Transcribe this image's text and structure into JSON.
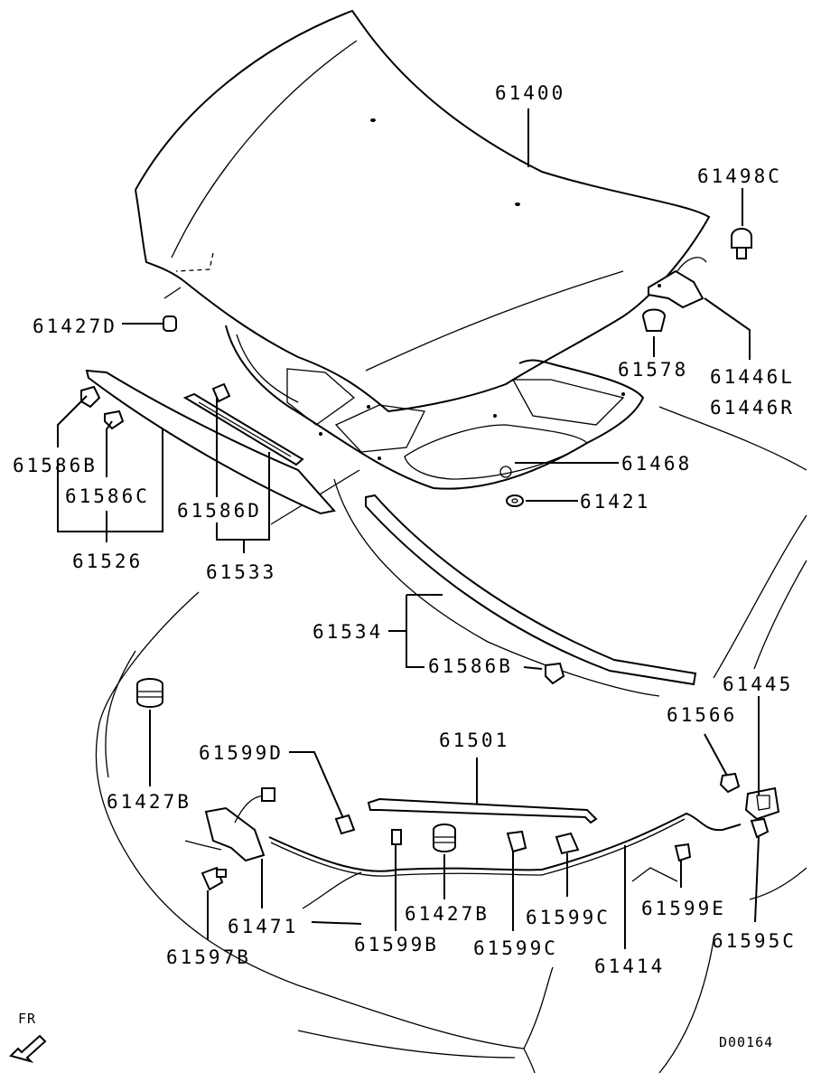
{
  "diagram": {
    "labels": {
      "p61400": "61400",
      "p61498c": "61498C",
      "p61427d": "61427D",
      "p61578": "61578",
      "p61446l": "61446L",
      "p61446r": "61446R",
      "p61586b_top": "61586B",
      "p61586c": "61586C",
      "p61586d": "61586D",
      "p61468": "61468",
      "p61421": "61421",
      "p61526": "61526",
      "p61533": "61533",
      "p61534": "61534",
      "p61586b_mid": "61586B",
      "p61445": "61445",
      "p61566": "61566",
      "p61501": "61501",
      "p61599d": "61599D",
      "p61427b_left": "61427B",
      "p61427b_mid": "61427B",
      "p61599c_a": "61599C",
      "p61599e": "61599E",
      "p61471": "61471",
      "p61599b": "61599B",
      "p61599c_b": "61599C",
      "p61414": "61414",
      "p61595c": "61595C",
      "p61597b": "61597B",
      "direction": "FR",
      "code": "D00164"
    }
  }
}
